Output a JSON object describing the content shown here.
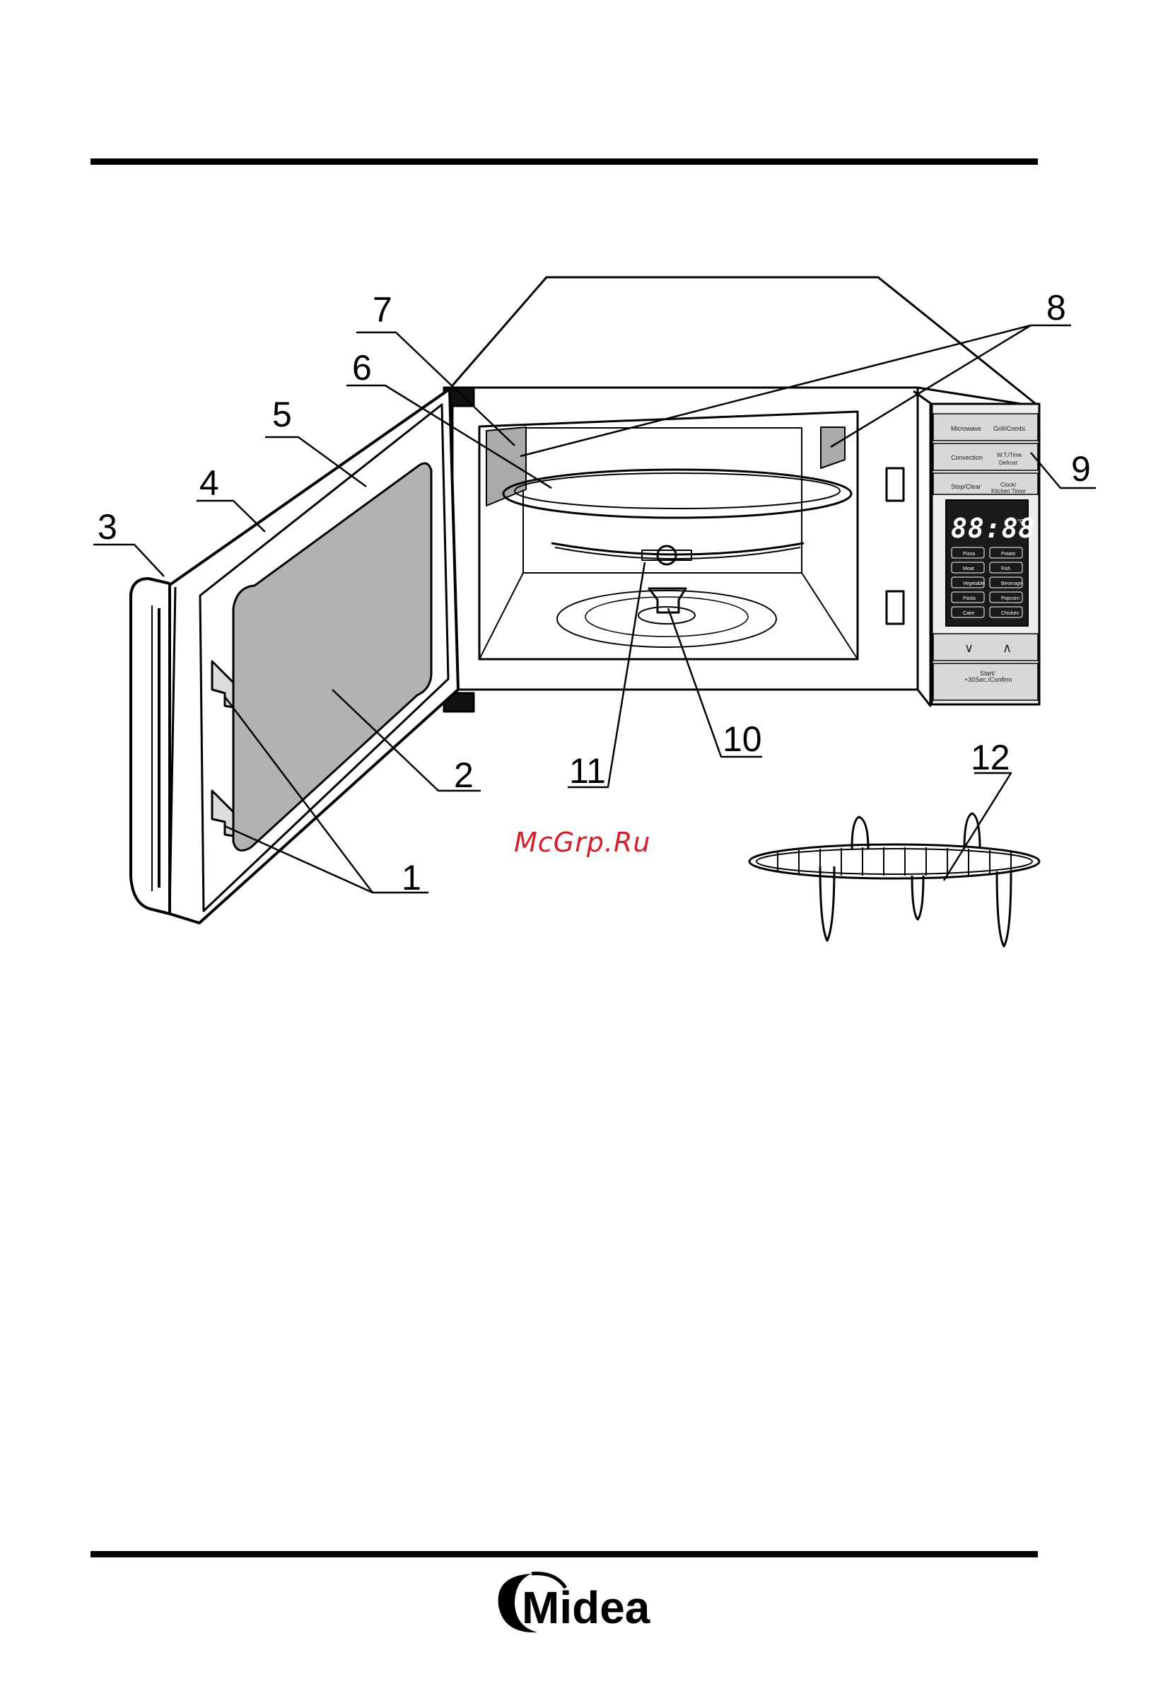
{
  "callouts": [
    "1",
    "2",
    "3",
    "4",
    "5",
    "6",
    "7",
    "8",
    "9",
    "10",
    "11",
    "12"
  ],
  "panel": {
    "buttons": {
      "microwave": "Microwave",
      "grill_combi": "Grill/Combi.",
      "convection": "Convection",
      "wt_time_1": "W.T./Time",
      "wt_time_2": "Defrost",
      "stop_clear": "Stop/Clear",
      "clock_1": "Clock/",
      "clock_2": "Kitchen Timer",
      "start_1": "Start/",
      "start_2": "+30Sec./Confirm",
      "down": "∨",
      "up": "∧"
    },
    "display": "88:88",
    "display_unit_c": "°C",
    "display_unit_g": "g",
    "menu": [
      "Pizza",
      "Potato",
      "Meat",
      "Fish",
      "Vegetable",
      "Beverage",
      "Pasta",
      "Popcorn",
      "Cake",
      "Chicken"
    ]
  },
  "watermark": "McGrp.Ru",
  "logo": "Midea"
}
